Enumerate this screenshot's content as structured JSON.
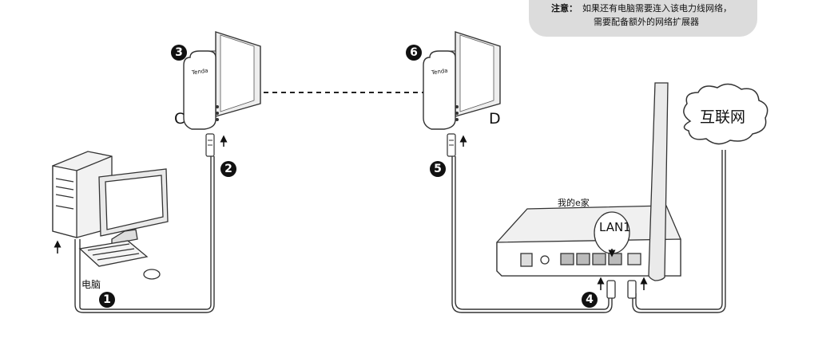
{
  "note": {
    "title": "注意：",
    "line1": "如果还有电脑需要连入该电力线网络，",
    "line2": "需要配备额外的网络扩展器"
  },
  "labels": {
    "adapter_c": "C",
    "adapter_d": "D",
    "computer": "电脑",
    "router": "我的e家",
    "lan_port": "LAN1",
    "internet": "互联网",
    "brand": "Tenda"
  },
  "steps": [
    "1",
    "2",
    "3",
    "4",
    "5",
    "6"
  ]
}
